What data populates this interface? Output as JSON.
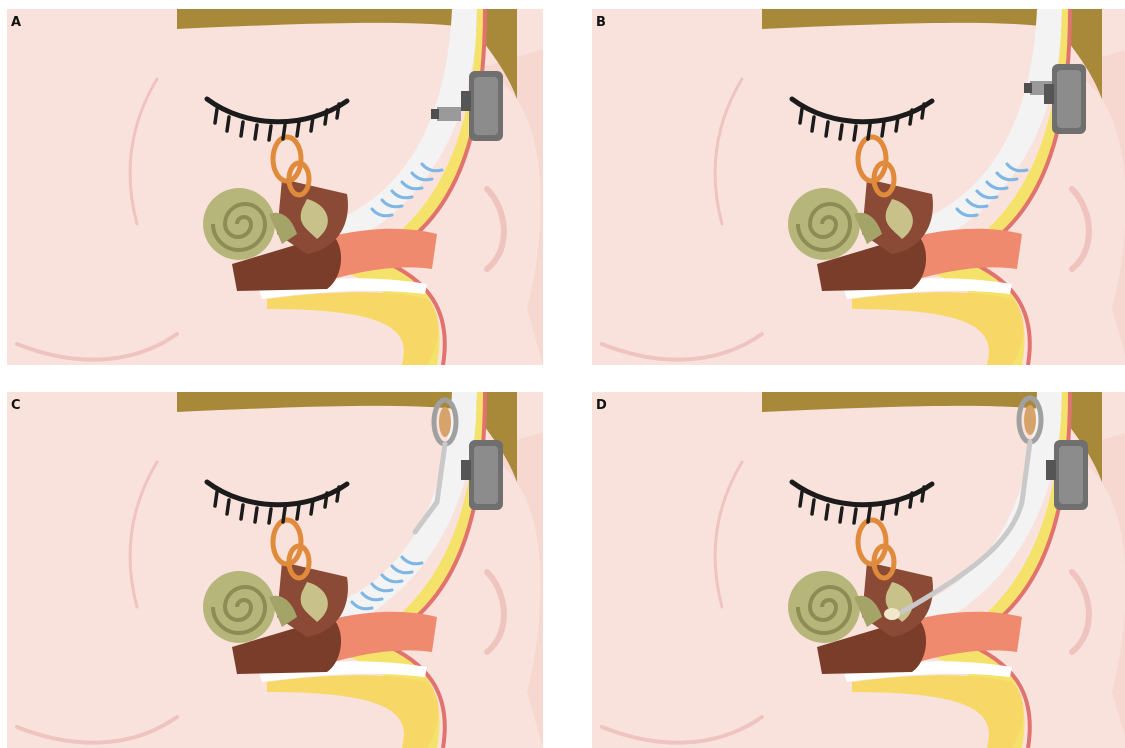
{
  "panels": [
    {
      "label": "A",
      "stage": "processor-with-abutment"
    },
    {
      "label": "B",
      "stage": "processor-attached"
    },
    {
      "label": "C",
      "stage": "magnetic-implant-with-transducer"
    },
    {
      "label": "D",
      "stage": "transducer-on-ossicle"
    }
  ],
  "colors": {
    "skin": "#f9e2dc",
    "skin_shadow": "#efc4bf",
    "hair": "#a8893a",
    "bone": "#f1e89f",
    "skull_white": "#f3f3f3",
    "fat_yellow": "#f5e26a",
    "canal_pink": "#f08a6e",
    "cochlea": "#b7b67a",
    "ossicle_brown": "#7a3d2a",
    "semicircular": "#e08a3b",
    "wave_blue": "#7fb6e4",
    "device_gray": "#6f6f6f",
    "eyelash": "#1b1b1b"
  }
}
